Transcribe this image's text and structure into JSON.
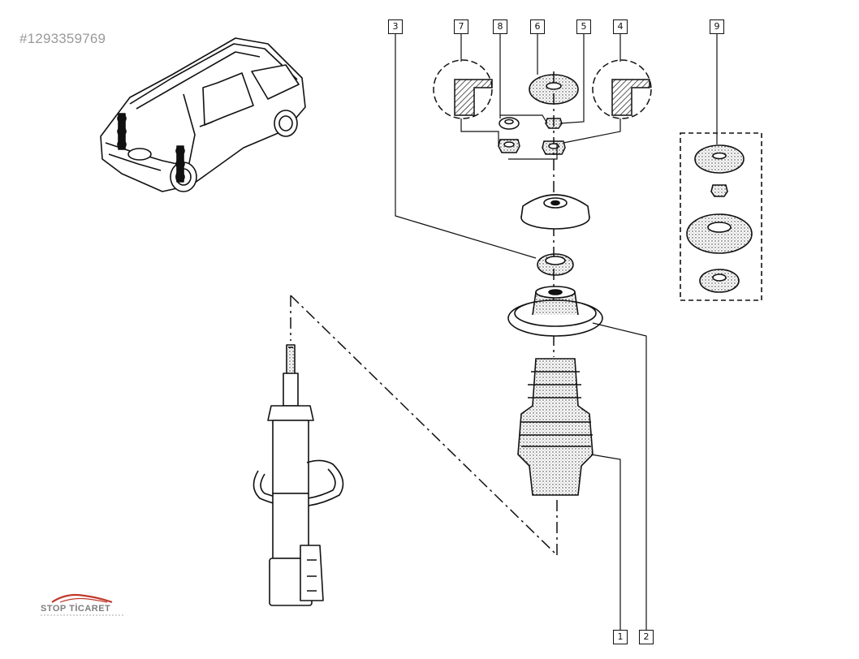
{
  "reference_id": "#1293359769",
  "callouts": {
    "c1": "1",
    "c2": "2",
    "c3": "3",
    "c4": "4",
    "c5": "5",
    "c6": "6",
    "c7": "7",
    "c8": "8",
    "c9": "9"
  },
  "watermark": {
    "text": "STOP TİCARET",
    "accent_color": "#c0392b"
  },
  "colors": {
    "line": "#111111",
    "reference": "#9a9a9a"
  }
}
